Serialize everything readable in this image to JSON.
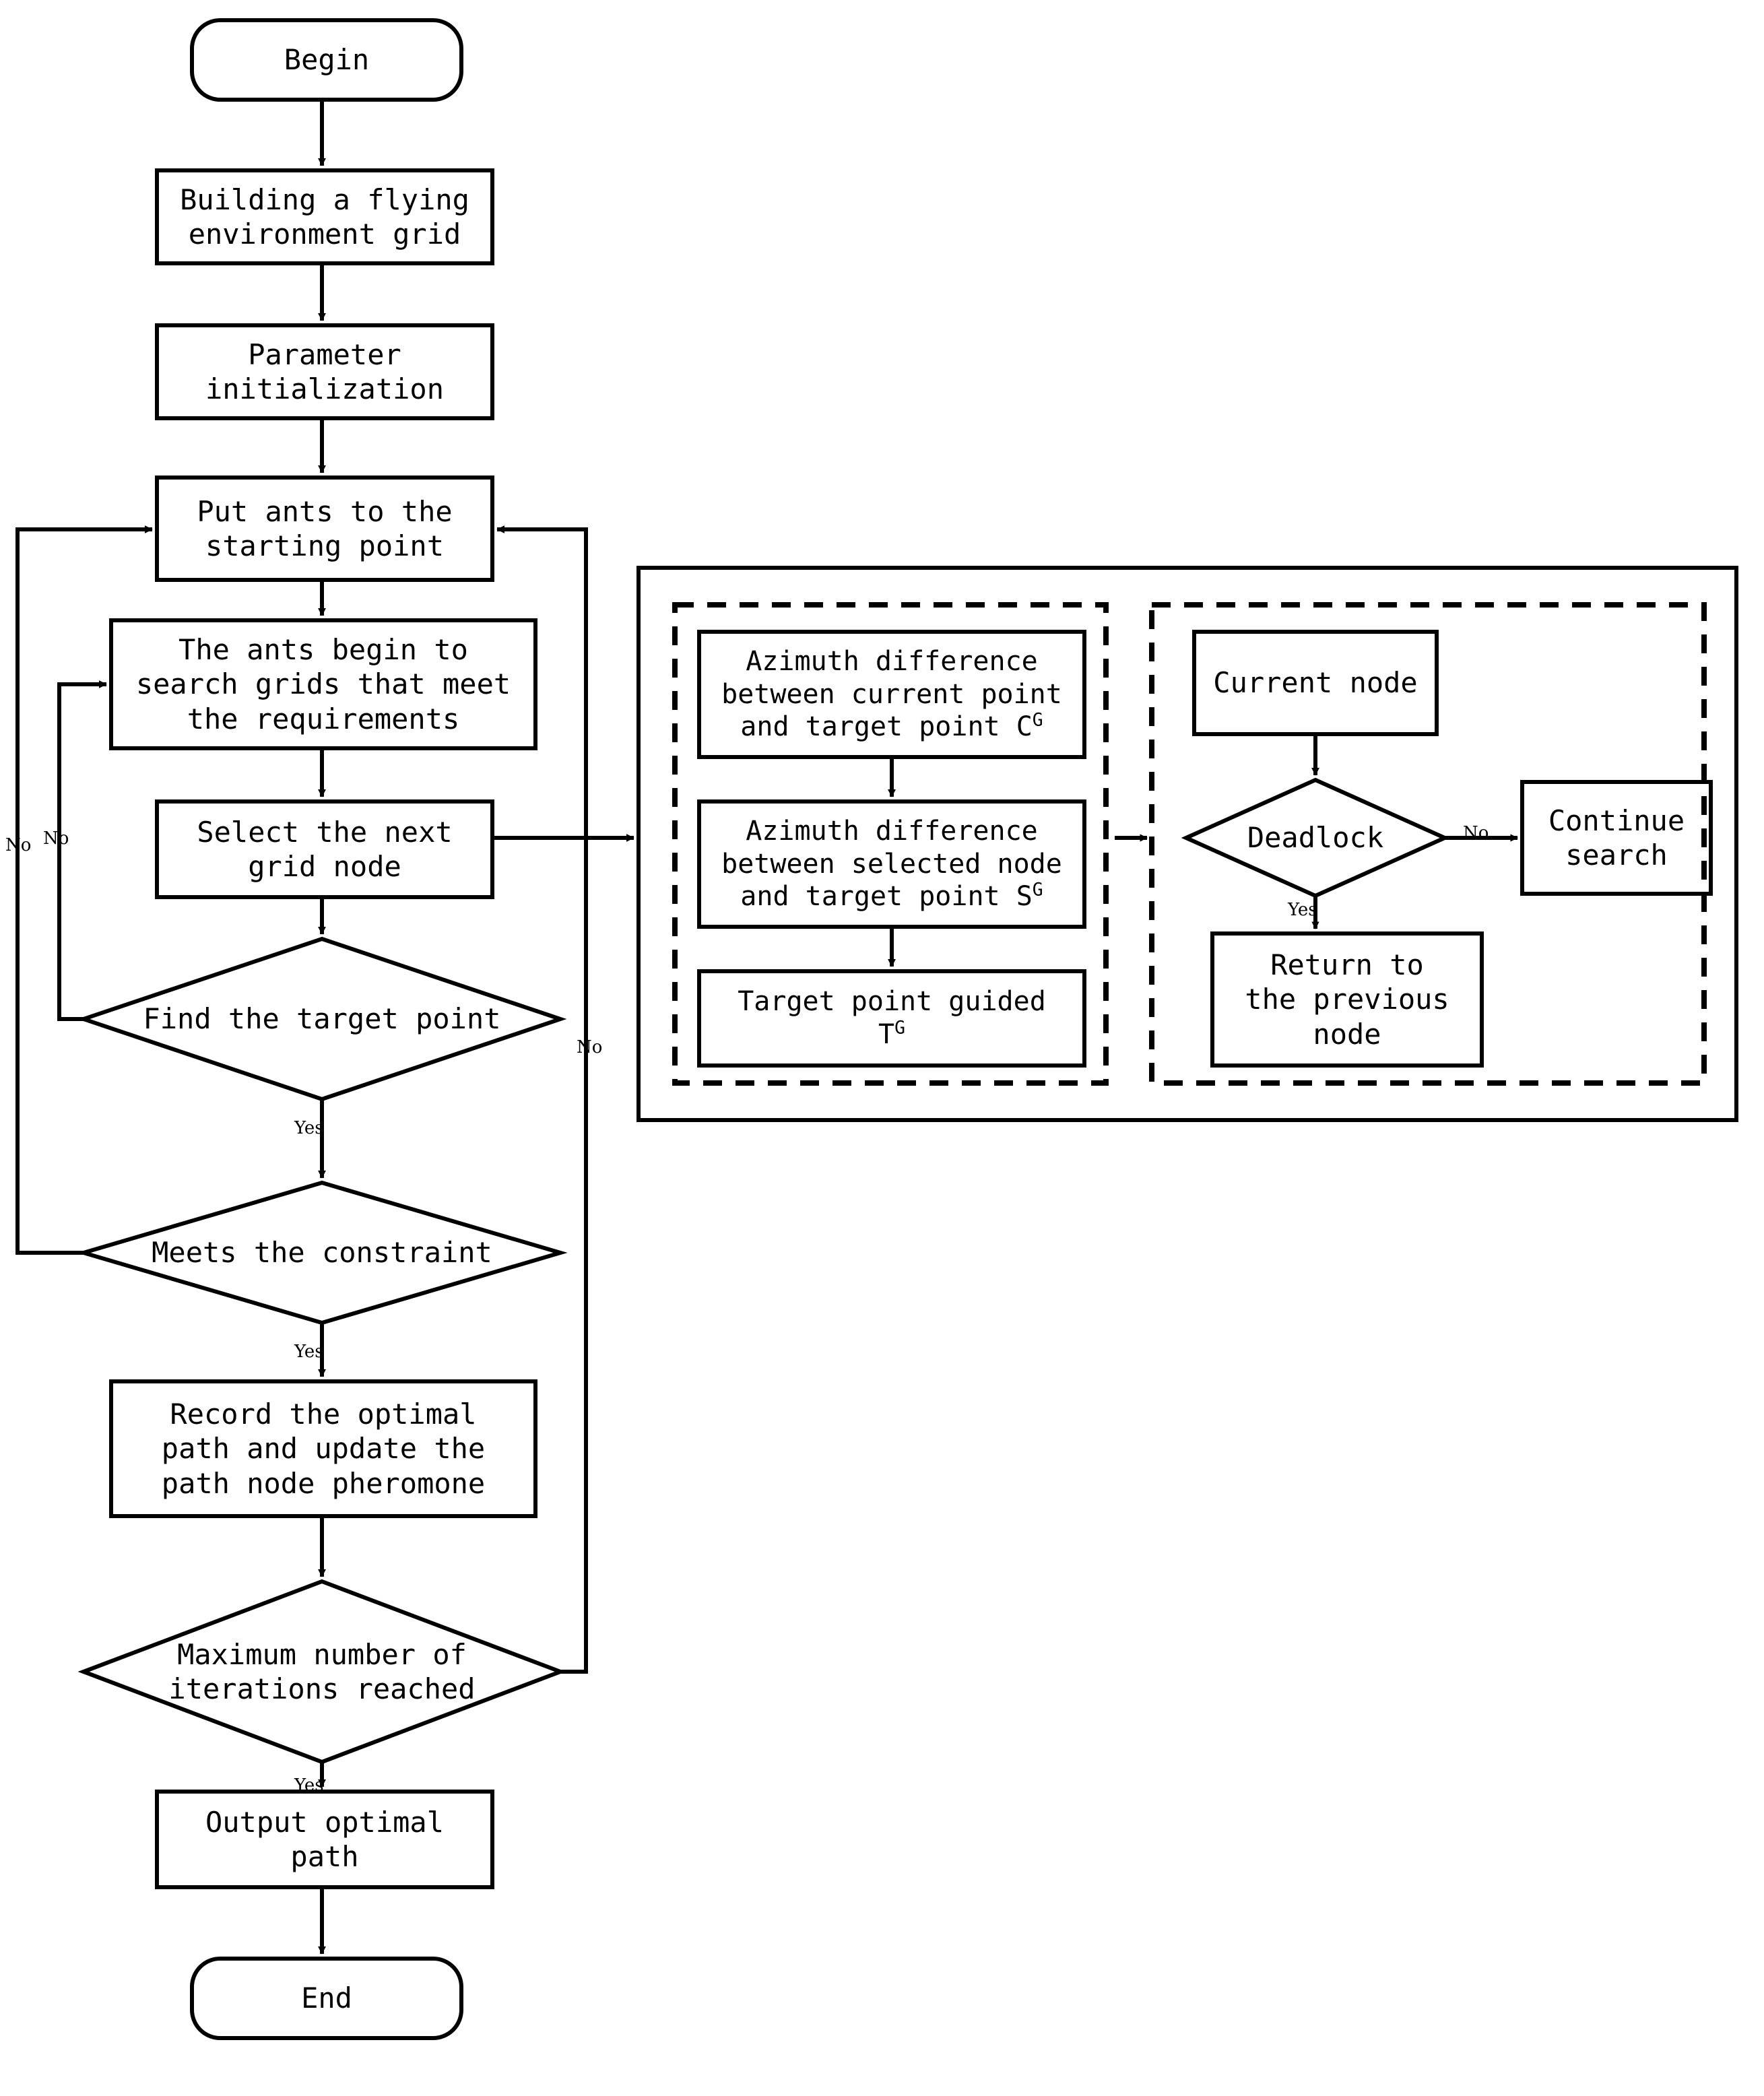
{
  "diagram": {
    "title": "Ant colony path planning flowchart",
    "stroke_color": "#000000",
    "fill_color": "#ffffff",
    "nodes": {
      "begin": "Begin",
      "build_grid": "Building a flying\nenvironment grid",
      "param_init": "Parameter\ninitialization",
      "put_ants": "Put ants to the\nstarting point",
      "search_grids": "The ants begin to\nsearch grids that meet\nthe requirements",
      "select_node": "Select the next\ngrid node",
      "find_target": "Find the target point",
      "meets_constraint": "Meets the constraint",
      "record_path": "Record the optimal\npath and update the\npath node pheromone",
      "max_iterations": "Maximum number of\niterations reached",
      "output_path": "Output optimal\npath",
      "end": "End"
    },
    "subpanel": {
      "left_group": {
        "azimuth_current": "Azimuth difference\nbetween current point\nand target point C",
        "azimuth_current_sup": "G",
        "azimuth_selected": "Azimuth difference\nbetween selected node\nand target point S",
        "azimuth_selected_sup": "G",
        "target_guided": "Target point guided\nT",
        "target_guided_sup": "G"
      },
      "right_group": {
        "current_node": "Current node",
        "deadlock": "Deadlock",
        "continue_search": "Continue\nsearch",
        "return_previous": "Return to\nthe previous\nnode"
      }
    },
    "edge_labels": {
      "no_outer_left": "No",
      "no_inner_left": "No",
      "no_right_column": "No",
      "no_deadlock": "No",
      "yes_find_target": "Yes",
      "yes_meets_constraint": "Yes",
      "yes_max_iterations": "Yes",
      "yes_deadlock": "Yes"
    }
  }
}
